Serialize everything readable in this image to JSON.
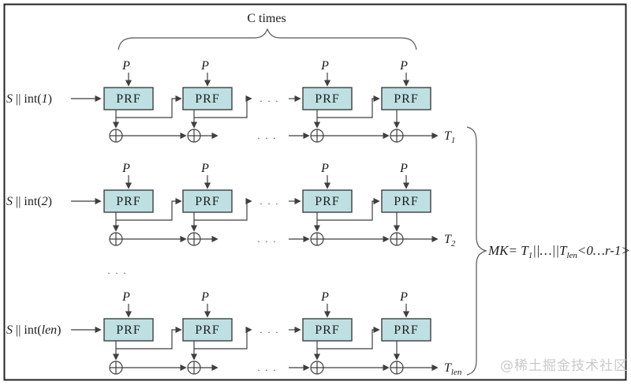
{
  "diagram": {
    "top_brace_label": "C times",
    "prf_label": "PRF",
    "p_label": "P",
    "dots": ". . .",
    "row_ellipsis": ". . .",
    "rows": [
      {
        "input_s": "S",
        "input_rest": " || int(",
        "input_arg": "1",
        "input_close": ")",
        "t_main": "T",
        "t_sub": "1"
      },
      {
        "input_s": "S",
        "input_rest": " || int(",
        "input_arg": "2",
        "input_close": ")",
        "t_main": "T",
        "t_sub": "2"
      },
      {
        "input_s": "S",
        "input_rest": " || int(",
        "input_arg": "len",
        "input_close": ")",
        "t_main": "T",
        "t_sub": "len"
      }
    ],
    "formula": {
      "p1": "MK= T",
      "sub1": "1",
      "p2": "||…||T",
      "sub2": "len",
      "p3": "<0…r-1>"
    },
    "watermark": "@稀土掘金技术社区",
    "colors": {
      "box_fill": "#bfe0e2",
      "line": "#3f3f3f",
      "watermark": "#c9c9c9"
    }
  }
}
